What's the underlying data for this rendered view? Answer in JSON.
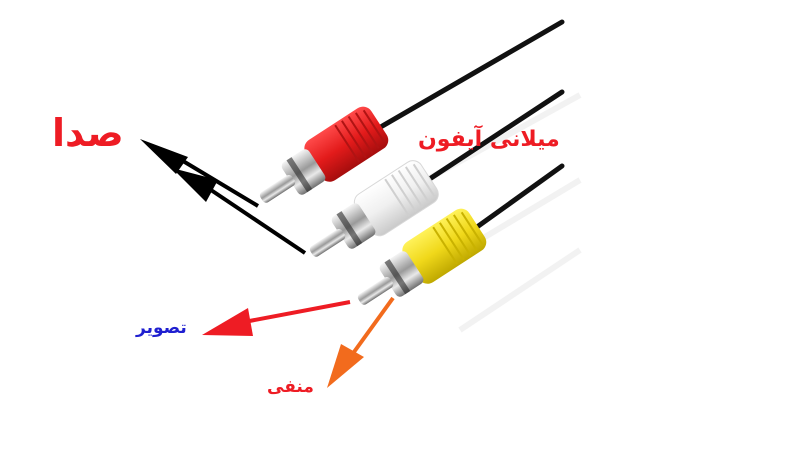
{
  "image": {
    "subject": "RCA AV composite cable with three plugs",
    "background_color": "#ffffff"
  },
  "plugs": [
    {
      "color_name": "red",
      "color": "#e8232a",
      "role": "audio"
    },
    {
      "color_name": "white",
      "color": "#f2f2f2",
      "role": "audio"
    },
    {
      "color_name": "yellow",
      "color": "#f2de1e",
      "role": "video"
    }
  ],
  "cable_color": "#111111",
  "labels": {
    "audio": {
      "text": "صدا",
      "color": "#ee1c24"
    },
    "brand": {
      "text": "میلانی آیفون",
      "color": "#ee1c24"
    },
    "video": {
      "text": "تصویر",
      "color": "#1f1fd0"
    },
    "ground": {
      "text": "منفی",
      "color": "#ee1c24"
    }
  },
  "arrows": [
    {
      "name": "audio-arrow-red-plug",
      "color": "#000000",
      "points_to": "audio"
    },
    {
      "name": "audio-arrow-white-plug",
      "color": "#000000",
      "points_to": "audio"
    },
    {
      "name": "video-arrow",
      "color": "#ee1c24",
      "points_to": "video"
    },
    {
      "name": "ground-arrow",
      "color": "#f26b1d",
      "points_to": "ground"
    }
  ]
}
